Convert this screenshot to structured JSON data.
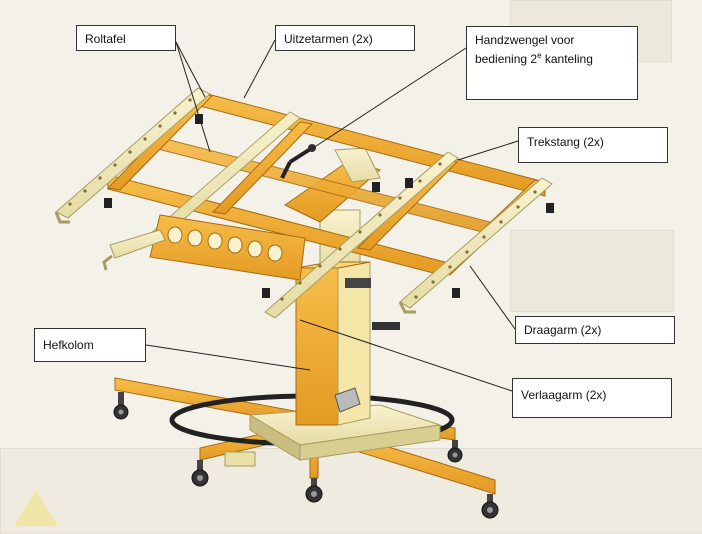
{
  "labels": {
    "roltafel": "Roltafel",
    "uitzetarmen": "Uitzetarmen (2x)",
    "handzwengel_line1": "Handzwengel voor",
    "handzwengel_line2": "bediening 2",
    "handzwengel_sup": "e",
    "handzwengel_line2_end": " kanteling",
    "trekstang": "Trekstang (2x)",
    "draagarm": "Draagarm (2x)",
    "hefkolom": "Hefkolom",
    "verlaagarm": "Verlaagarm (2x)"
  },
  "colors": {
    "frame_orange": "#f0a830",
    "frame_dark": "#c97e17",
    "cream": "#f3ecc0",
    "cream_dark": "#d8cf98",
    "black_parts": "#2a2a2a"
  }
}
